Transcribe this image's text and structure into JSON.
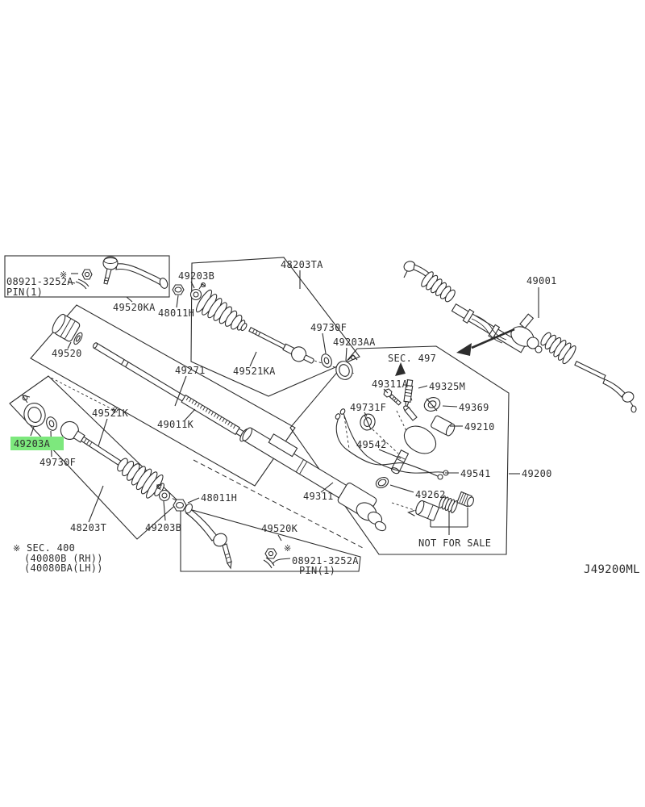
{
  "diagram": {
    "code": "J49200ML",
    "highlight_color": "#7de87d",
    "selected_part": "49203A",
    "notes": {
      "pin_top": {
        "part": "08921-3252A",
        "qty": "PIN(1)"
      },
      "pin_bottom": {
        "part": "08921-3252A",
        "qty": "PIN(1)"
      },
      "sec400": {
        "mark": "※",
        "title": "SEC. 400",
        "line1": "(40080B (RH))",
        "line2": "(40080BA(LH))"
      },
      "sec497": "SEC. 497",
      "not_for_sale": "NOT FOR SALE",
      "ref_mark": "※"
    },
    "callouts": {
      "c49520KA": "49520KA",
      "c49203B_top": "49203B",
      "c48011H_top": "48011H",
      "c48203TA": "48203TA",
      "c49730F_top": "49730F",
      "c49203AA": "49203AA",
      "c49521KA": "49521KA",
      "c49271": "49271",
      "c49011K": "49011K",
      "c49521K": "49521K",
      "c49520": "49520",
      "c49203A": "49203A",
      "c49730F_bottom": "49730F",
      "c48203T": "48203T",
      "c49203B_bottom": "49203B",
      "c48011H_bottom": "48011H",
      "c49520K": "49520K",
      "c49001": "49001",
      "c49311A": "49311A",
      "c49325M": "49325M",
      "c49731F": "49731F",
      "c49369": "49369",
      "c49210": "49210",
      "c49542": "49542",
      "c49541": "49541",
      "c49200": "49200",
      "c49311": "49311",
      "c49262": "49262"
    }
  }
}
